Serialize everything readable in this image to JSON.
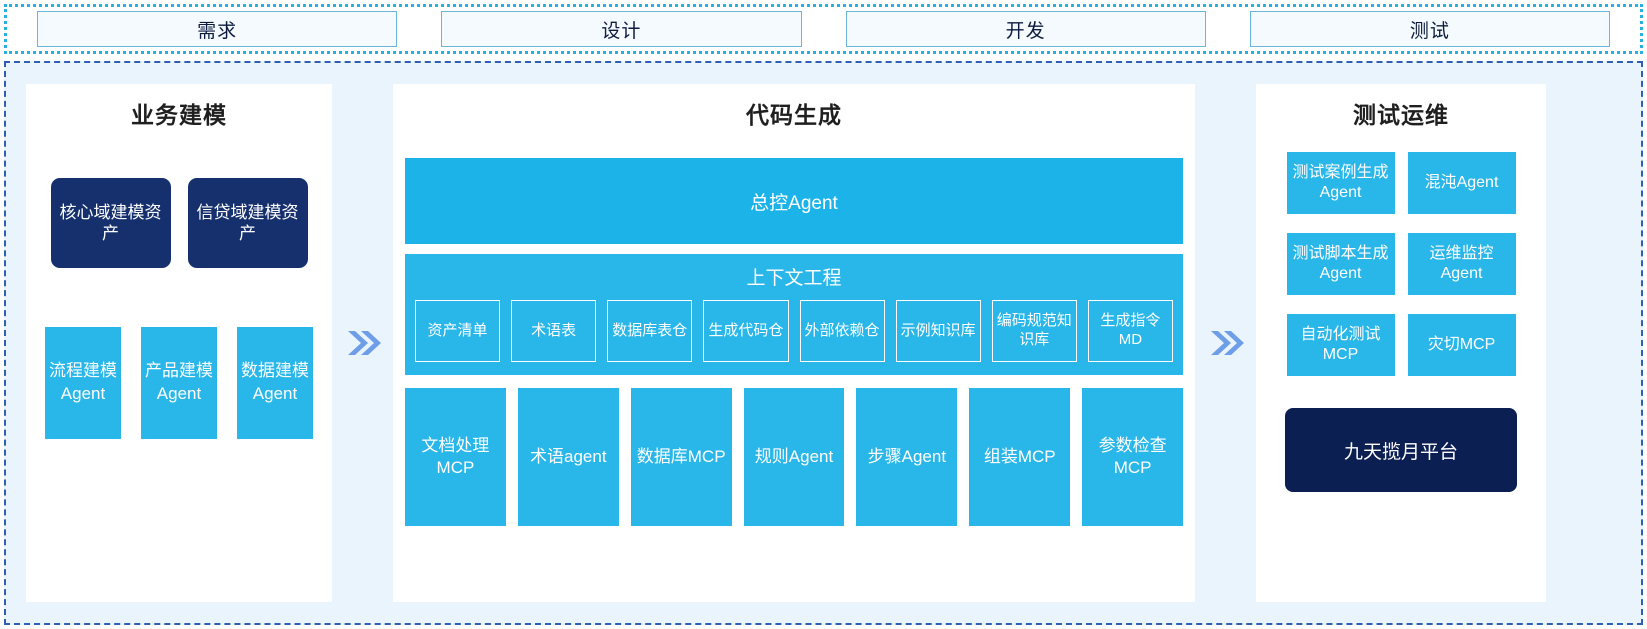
{
  "phases": [
    {
      "label": "需求"
    },
    {
      "label": "设计"
    },
    {
      "label": "开发"
    },
    {
      "label": "测试"
    }
  ],
  "colors": {
    "accent_cyan": "#29b6e8",
    "accent_cyan_bar": "#1cb4e8",
    "navy_card": "#16306e",
    "navy_platform": "#0c1f52",
    "frame_bg": "#e9f4fd",
    "panel_bg": "#ffffff",
    "phase_border": "#29aee0",
    "frame_border": "#2f5fb3",
    "chevron": "#6f9ee8"
  },
  "left_panel": {
    "title": "业务建模",
    "asset_cards": [
      {
        "label": "核心域建模资产"
      },
      {
        "label": "信贷域建模资产"
      }
    ],
    "agents": [
      {
        "label": "流程建模Agent"
      },
      {
        "label": "产品建模Agent"
      },
      {
        "label": "数据建模Agent"
      }
    ]
  },
  "middle_panel": {
    "title": "代码生成",
    "master_agent": "总控Agent",
    "context": {
      "title": "上下文工程",
      "items": [
        {
          "label": "资产清单"
        },
        {
          "label": "术语表"
        },
        {
          "label": "数据库表仓"
        },
        {
          "label": "生成代码仓"
        },
        {
          "label": "外部依赖仓"
        },
        {
          "label": "示例知识库"
        },
        {
          "label": "编码规范知识库"
        },
        {
          "label": "生成指令MD"
        }
      ]
    },
    "tools": [
      {
        "label": "文档处理MCP"
      },
      {
        "label": "术语agent"
      },
      {
        "label": "数据库MCP"
      },
      {
        "label": "规则Agent"
      },
      {
        "label": "步骤Agent"
      },
      {
        "label": "组装MCP"
      },
      {
        "label": "参数检查MCP"
      }
    ]
  },
  "right_panel": {
    "title": "测试运维",
    "cards": [
      {
        "label": "测试案例生成Agent"
      },
      {
        "label": "混沌Agent"
      },
      {
        "label": "测试脚本生成Agent"
      },
      {
        "label": "运维监控Agent"
      },
      {
        "label": "自动化测试MCP"
      },
      {
        "label": "灾切MCP"
      }
    ],
    "platform": "九天揽月平台"
  },
  "arrows": [
    {
      "name": "arrow-left-to-middle"
    },
    {
      "name": "arrow-middle-to-right"
    }
  ]
}
